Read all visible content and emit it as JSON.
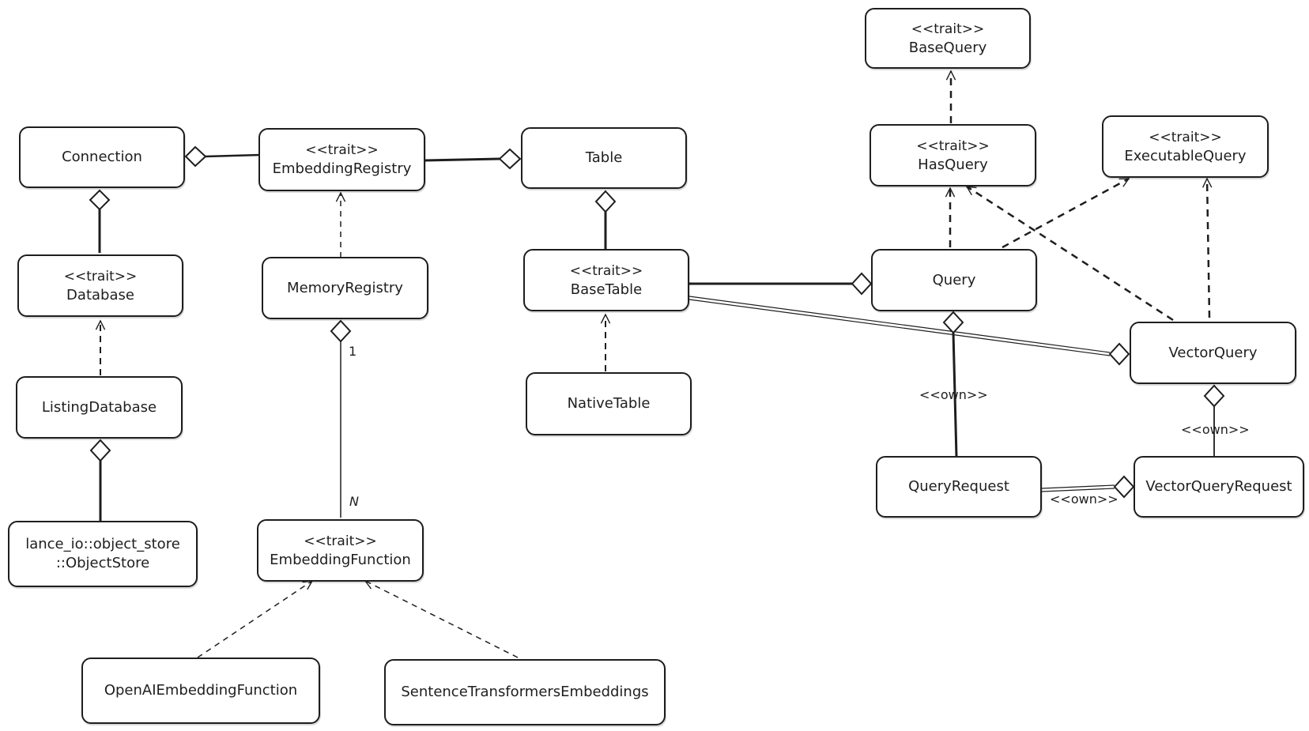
{
  "nodes": {
    "base_query": {
      "stereotype": "<<trait>>",
      "name": "BaseQuery"
    },
    "connection": {
      "name": "Connection"
    },
    "embedding_registry": {
      "stereotype": "<<trait>>",
      "name": "EmbeddingRegistry"
    },
    "table": {
      "name": "Table"
    },
    "has_query": {
      "stereotype": "<<trait>>",
      "name": "HasQuery"
    },
    "executable_query": {
      "stereotype": "<<trait>>",
      "name": "ExecutableQuery"
    },
    "database": {
      "stereotype": "<<trait>>",
      "name": "Database"
    },
    "memory_registry": {
      "name": "MemoryRegistry"
    },
    "base_table": {
      "stereotype": "<<trait>>",
      "name": "BaseTable"
    },
    "query": {
      "name": "Query"
    },
    "vector_query": {
      "name": "VectorQuery"
    },
    "listing_database": {
      "name": "ListingDatabase"
    },
    "native_table": {
      "name": "NativeTable"
    },
    "query_request": {
      "name": "QueryRequest"
    },
    "vector_query_request": {
      "name": "VectorQueryRequest"
    },
    "object_store": {
      "name_line1": "lance_io::object_store",
      "name_line2": "::ObjectStore"
    },
    "embedding_function": {
      "stereotype": "<<trait>>",
      "name": "EmbeddingFunction"
    },
    "openai_embedding_function": {
      "name": "OpenAIEmbeddingFunction"
    },
    "sentence_transformers": {
      "name": "SentenceTransformersEmbeddings"
    }
  },
  "edge_labels": {
    "multiplicity_one": "1",
    "multiplicity_many": "N",
    "own_query_request": "<<own>>",
    "own_vector_query_request": "<<own>>",
    "own_request_link": "<<own>>"
  }
}
